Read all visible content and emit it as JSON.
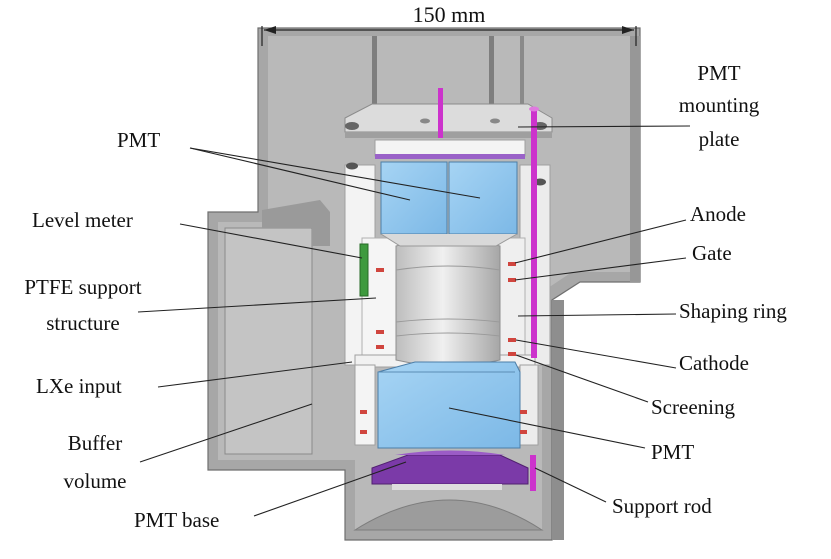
{
  "dimension": {
    "text": "150 mm"
  },
  "labels": {
    "pmt_top": "PMT",
    "pmt_mounting_plate": [
      "PMT",
      "mounting",
      "plate"
    ],
    "level_meter": "Level meter",
    "anode": "Anode",
    "gate": "Gate",
    "ptfe_support": [
      "PTFE support",
      "structure"
    ],
    "shaping_ring": "Shaping ring",
    "lxe_input": "LXe input",
    "cathode": "Cathode",
    "screening": "Screening",
    "buffer_volume": [
      "Buffer",
      "volume"
    ],
    "pmt_bottom": "PMT",
    "support_rod": "Support rod",
    "pmt_base": "PMT base"
  },
  "colors": {
    "vessel": "#a9a9a9",
    "vessel_dark": "#8e8e8e",
    "ptfe": "#f2f2f2",
    "pmt": "#8fc6ec",
    "rod": "#cc33cc",
    "level_meter": "#3e9a3e",
    "electrode": "#d0453e"
  }
}
